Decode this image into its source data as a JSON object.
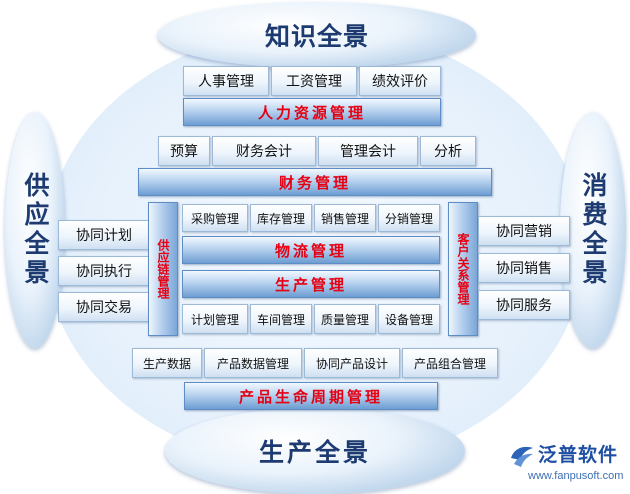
{
  "panorama": {
    "top": "知识全景",
    "bottom": "生产全景",
    "left": "供应全景",
    "right": "消费全景"
  },
  "hr": {
    "items": [
      "人事管理",
      "工资管理",
      "绩效评价"
    ],
    "bar": "人力资源管理"
  },
  "finance": {
    "items": [
      "预算",
      "财务会计",
      "管理会计",
      "分析"
    ],
    "bar": "财务管理"
  },
  "supply_chain": {
    "label": "供应链管理",
    "items": [
      "协同计划",
      "协同执行",
      "协同交易"
    ]
  },
  "crm": {
    "label": "客户关系管理",
    "items": [
      "协同营销",
      "协同销售",
      "协同服务"
    ]
  },
  "logistics": {
    "items": [
      "采购管理",
      "库存管理",
      "销售管理",
      "分销管理"
    ],
    "bar": "物流管理"
  },
  "production": {
    "bar": "生产管理",
    "items": [
      "计划管理",
      "车间管理",
      "质量管理",
      "设备管理"
    ]
  },
  "plm": {
    "items": [
      "生产数据",
      "产品数据管理",
      "协同产品设计",
      "产品组合管理"
    ],
    "bar": "产品生命周期管理"
  },
  "brand": {
    "name": "泛普软件",
    "url": "www.fanpusoft.com",
    "icon": "fanpu-logo-icon"
  },
  "colors": {
    "accent_text": "#e60012",
    "panorama_text": "#1d3b70",
    "bar_blue": "#6d9dd2"
  }
}
